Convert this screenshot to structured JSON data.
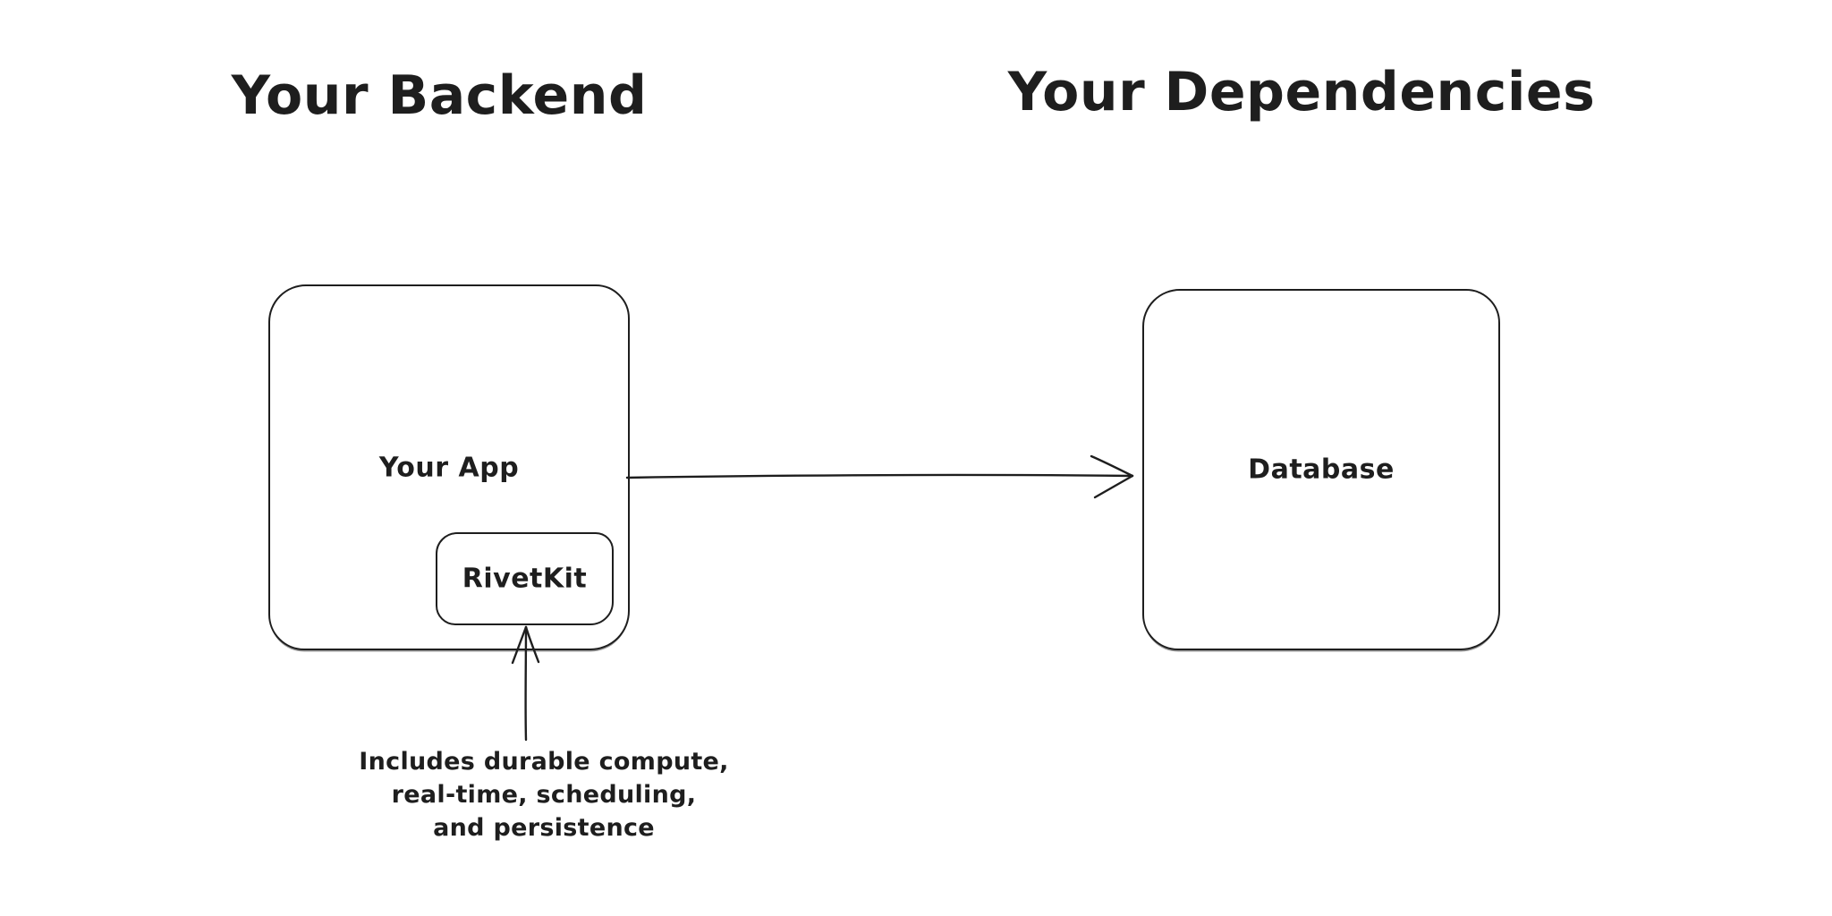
{
  "canvas": {
    "background": "#ffffff",
    "ink": "#1e1e1e"
  },
  "sections": {
    "backend": {
      "title": "Your Backend"
    },
    "dependencies": {
      "title": "Your Dependencies"
    }
  },
  "nodes": {
    "your_app": {
      "label": "Your App"
    },
    "rivetkit": {
      "label": "RivetKit"
    },
    "database": {
      "label": "Database"
    }
  },
  "connectors": {
    "app_to_database": {
      "icon": "arrow-right-icon",
      "from": "Your App",
      "to": "Database"
    },
    "caption_to_rivetkit": {
      "icon": "arrow-up-icon",
      "from": "caption",
      "to": "RivetKit"
    }
  },
  "caption": {
    "lines": [
      "Includes durable compute,",
      "real-time, scheduling,",
      "and persistence"
    ]
  }
}
